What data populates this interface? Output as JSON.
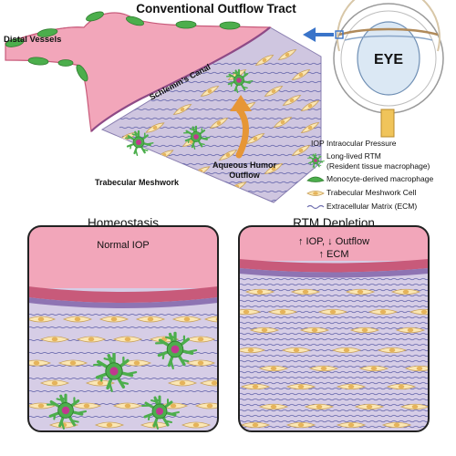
{
  "title": "Conventional Outflow Tract",
  "labels": {
    "distal_vessels": "Distal Vessels",
    "schlemms_canal": "Schlemm's Canal",
    "trabecular_meshwork": "Trabecular Meshwork",
    "aqueous_line1": "Aqueous Humor",
    "aqueous_line2": "Outflow",
    "eye": "EYE"
  },
  "legend": {
    "iop_abbr": "IOP",
    "iop_text": "Intraocular Pressure",
    "rtm_line1": "Long-lived RTM",
    "rtm_line2": "(Resident tissue macrophage)",
    "monocyte": "Monocyte-derived macrophage",
    "tm_cell": "Trabecular Meshwork Cell",
    "ecm": "Extracellular Matrix (ECM)"
  },
  "panels": {
    "homeostasis": {
      "title": "Homeostasis",
      "note": "Normal IOP"
    },
    "depletion": {
      "title": "RTM Depletion",
      "note_line1": "↑ IOP, ↓ Outflow",
      "note_line2": "↑ ECM"
    }
  },
  "colors": {
    "canal_pink": "#f2a6ba",
    "canal_dark": "#c85a7a",
    "meshwork_lavender": "#cfc6e0",
    "tm_cell_fill": "#fbe7b4",
    "tm_cell_stroke": "#c9a15a",
    "macrophage_green": "#4cae4c",
    "nucleus_magenta": "#c0398f",
    "ecm_blue": "#6f6fb0",
    "arrow_blue": "#3a74c9",
    "arrow_orange": "#e69636"
  }
}
